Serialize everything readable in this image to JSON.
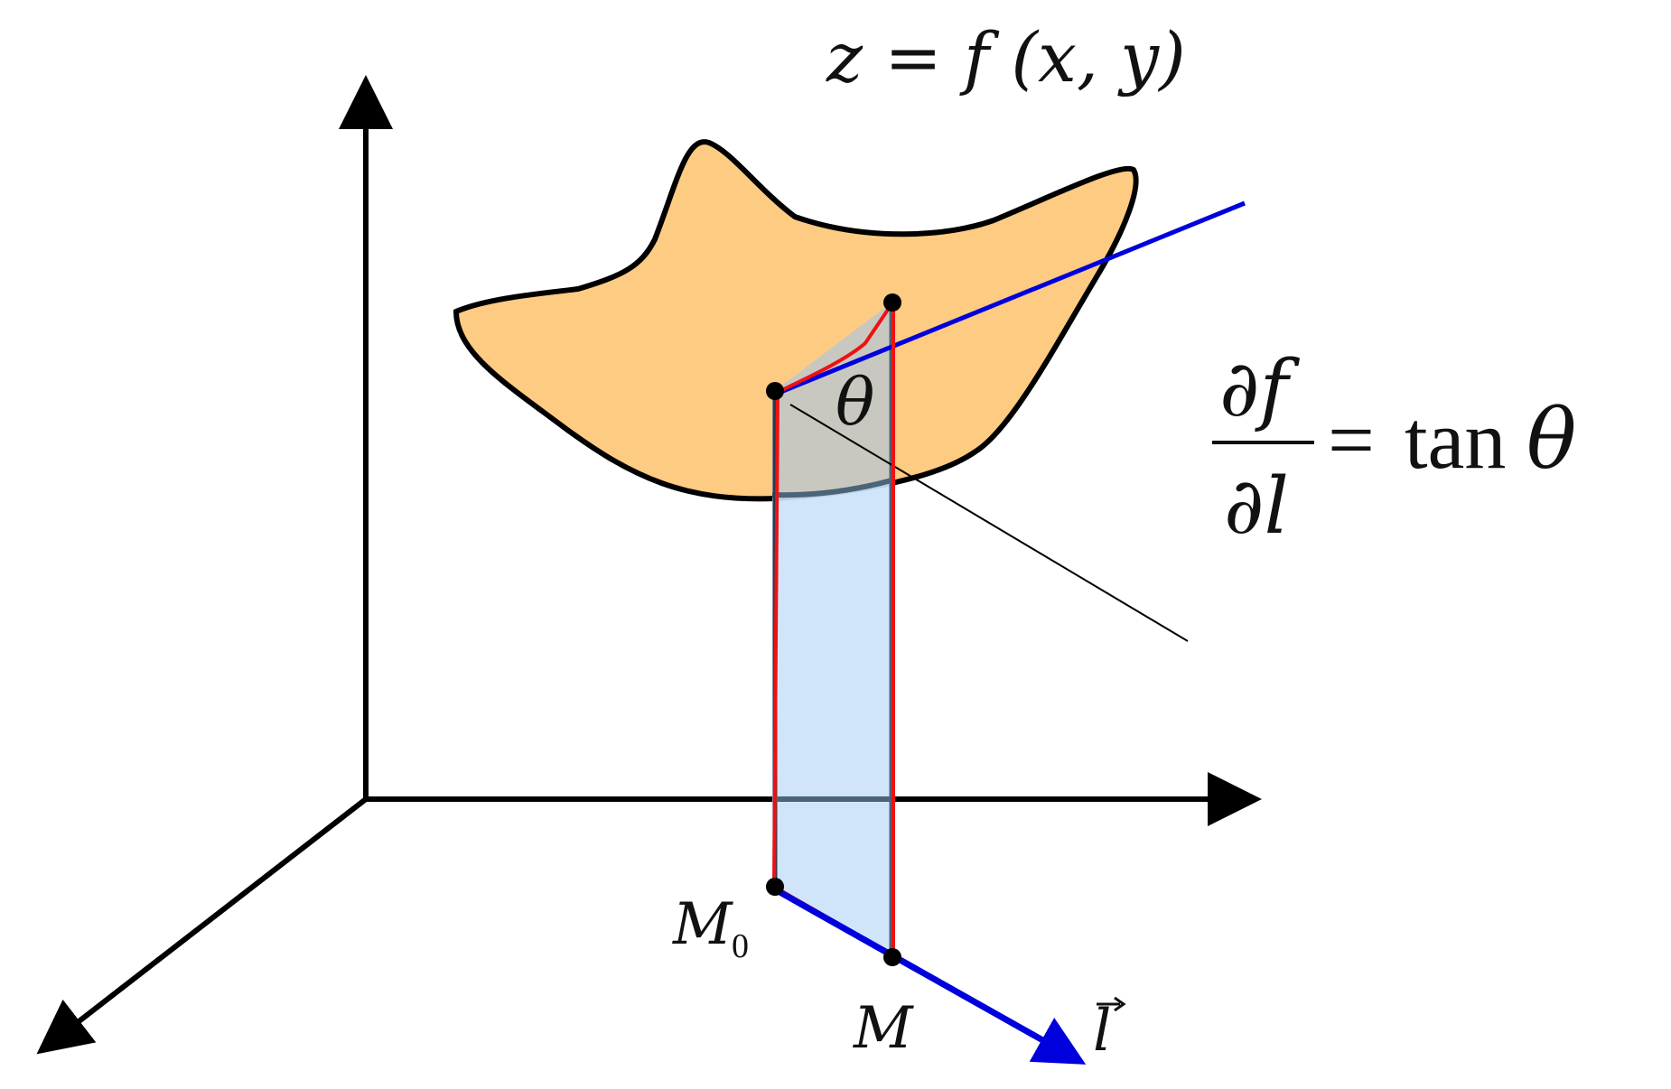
{
  "diagram": {
    "surface_equation": "z = f (x, y)",
    "derivative_formula": {
      "numerator": "∂f",
      "denominator": "∂l",
      "rhs_function": "tan",
      "rhs_symbol": "θ",
      "equals": "="
    },
    "angle_label": "θ",
    "points": {
      "m0_base": "M",
      "m0_subscript": "0",
      "m": "M"
    },
    "direction_label": "l",
    "colors": {
      "surface_fill": "#FDCB82",
      "plane_fill": "#CCE3FA",
      "angle_region_fill": "#C8C8C0",
      "tangent_line": "#0000DD",
      "direction_vector": "#0000DD",
      "curve": "#EE1111",
      "outline": "#000000"
    }
  }
}
